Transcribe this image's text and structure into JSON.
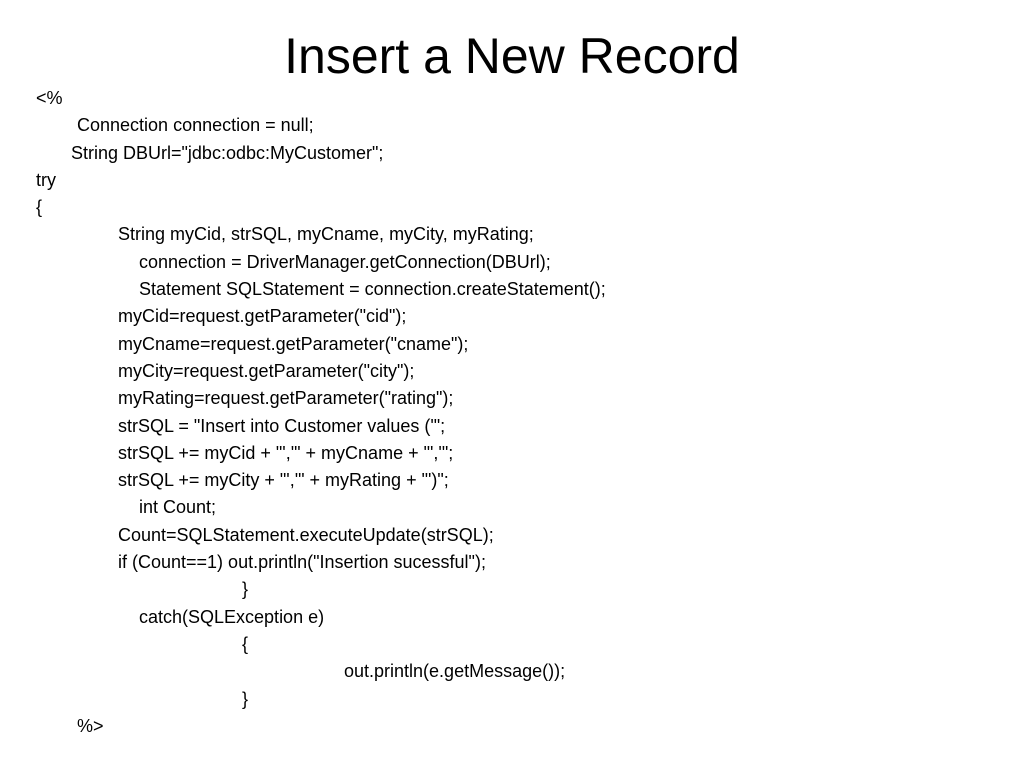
{
  "slide": {
    "title": "Insert a New Record",
    "lines": [
      "<%",
      "Connection connection = null;",
      "String DBUrl=\"jdbc:odbc:MyCustomer\";",
      "try",
      "{",
      "String myCid, strSQL, myCname, myCity, myRating;",
      "connection = DriverManager.getConnection(DBUrl);",
      "Statement SQLStatement = connection.createStatement();",
      "myCid=request.getParameter(\"cid\");",
      "myCname=request.getParameter(\"cname\");",
      "myCity=request.getParameter(\"city\");",
      "myRating=request.getParameter(\"rating\");",
      "strSQL = \"Insert into Customer values ('\";",
      "strSQL += myCid + \"','\" + myCname + \"','\";",
      "strSQL += myCity + \"','\" + myRating + \"')\";",
      "int Count;",
      "Count=SQLStatement.executeUpdate(strSQL);",
      "if (Count==1) out.println(\"Insertion sucessful\");",
      "}",
      "catch(SQLException e)",
      "{",
      "out.println(e.getMessage());",
      "}",
      "%>"
    ]
  }
}
